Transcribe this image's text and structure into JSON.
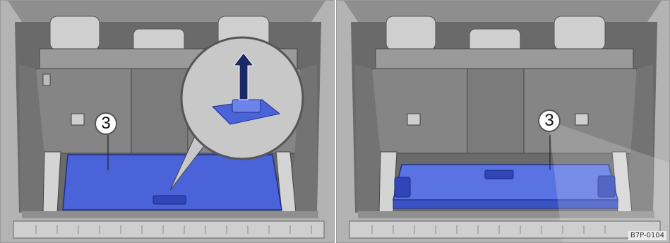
{
  "left_panel": {
    "callout": "3"
  },
  "right_panel": {
    "callout": "3"
  },
  "figure_code": "B7P-0104",
  "colors": {
    "highlight_blue": "#4a63d8",
    "trim_gray": "#9e9e9e",
    "interior_dark": "#5e5e5e",
    "panel_bg": "#b9b9b9"
  }
}
